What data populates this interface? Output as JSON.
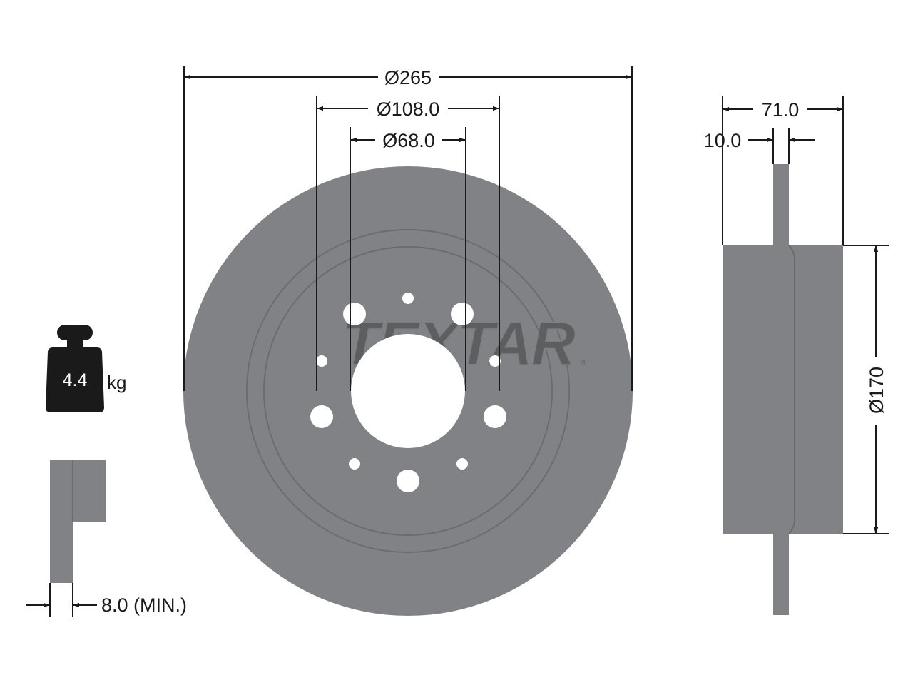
{
  "dimensions": {
    "outer_diameter": "Ø265",
    "bolt_circle": "Ø108.0",
    "center_bore": "Ø68.0",
    "overall_height": "71.0",
    "disc_thickness": "10.0",
    "hat_diameter": "Ø170",
    "min_thickness": "8.0 (MIN.)"
  },
  "weight": {
    "value": "4.4",
    "unit": "kg"
  },
  "brand": {
    "name": "TEXTAR",
    "mark": "®"
  },
  "colors": {
    "disc_fill": "#808285",
    "line": "#1a1a1a",
    "background": "#ffffff"
  }
}
